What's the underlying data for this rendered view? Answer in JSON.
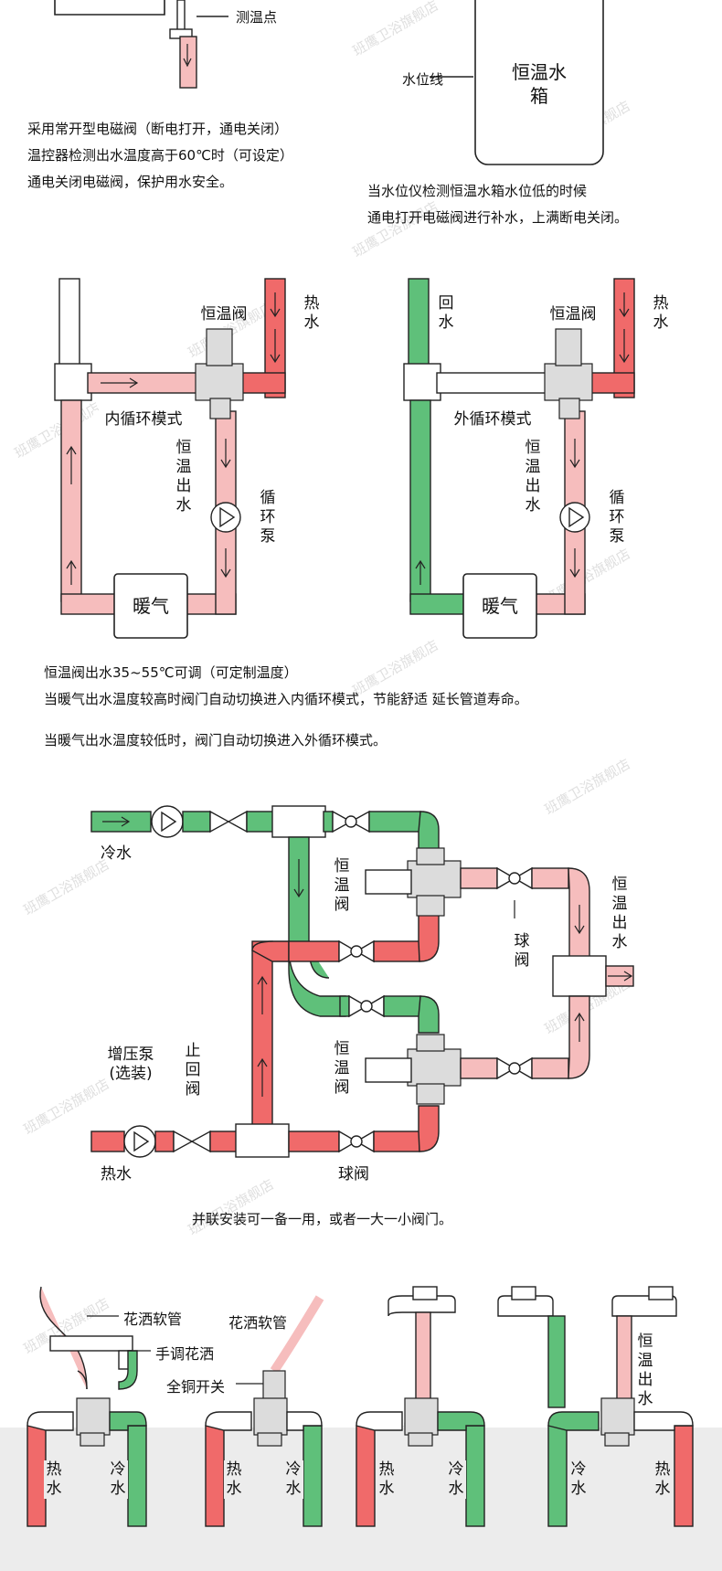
{
  "top_left": {
    "sensor_label": "测温点",
    "lines": [
      "采用常开型电磁阀（断电打开，通电关闭）",
      "温控器检测出水温度高于60℃时（可设定）",
      "通电关闭电磁阀，保护用水安全。"
    ]
  },
  "top_right": {
    "water_level_label": "水位线",
    "tank_label": "恒温水箱",
    "lines": [
      "当水位仪检测恒温水箱水位低的时候",
      "通电打开电磁阀进行补水，上满断电关闭。"
    ]
  },
  "loop_section": {
    "hot_label": "热水",
    "return_label": "回水",
    "valve_label": "恒温阀",
    "mode_inner": "内循环模式",
    "mode_outer": "外循环模式",
    "outlet_label": "恒温出水",
    "pump_label": "循环泵",
    "heater_label": "暖气",
    "notes": [
      "恒温阀出水35~55℃可调（可定制温度）",
      "当暖气出水温度较高时阀门自动切换进入内循环模式，节能舒适 延长管道寿命。",
      "当暖气出水温度较低时，阀门自动切换进入外循环模式。"
    ]
  },
  "parallel_section": {
    "cold_label": "冷水",
    "hot_label": "热水",
    "valve_label_1": "恒温阀",
    "valve_label_2": "恒温阀",
    "ball_valve_label": "球阀",
    "ball_valve_bottom": "球阀",
    "outlet_label": "恒温出水",
    "booster_label": "增压泵(选装)",
    "check_valve_label": "止回阀",
    "caption": "并联安装可一备一用，或者一大一小阀门。"
  },
  "bottom_section": {
    "hose_label_1": "花洒软管",
    "hose_label_2": "花洒软管",
    "hand_shower_label": "手调花洒",
    "brass_switch_label": "全铜开关",
    "outlet_label": "恒温出水",
    "panel1": {
      "left": "热水",
      "right": "冷水"
    },
    "panel2": {
      "left": "热水",
      "right": "冷水"
    },
    "panel3": {
      "left": "热水",
      "right": "冷水"
    },
    "panel4": {
      "left": "冷水",
      "right": "热水"
    }
  },
  "watermark": "班鹰卫浴旗舰店",
  "colors": {
    "hot": "#f06a6a",
    "warm": "#f6bdbd",
    "cold": "#5fc07a"
  }
}
